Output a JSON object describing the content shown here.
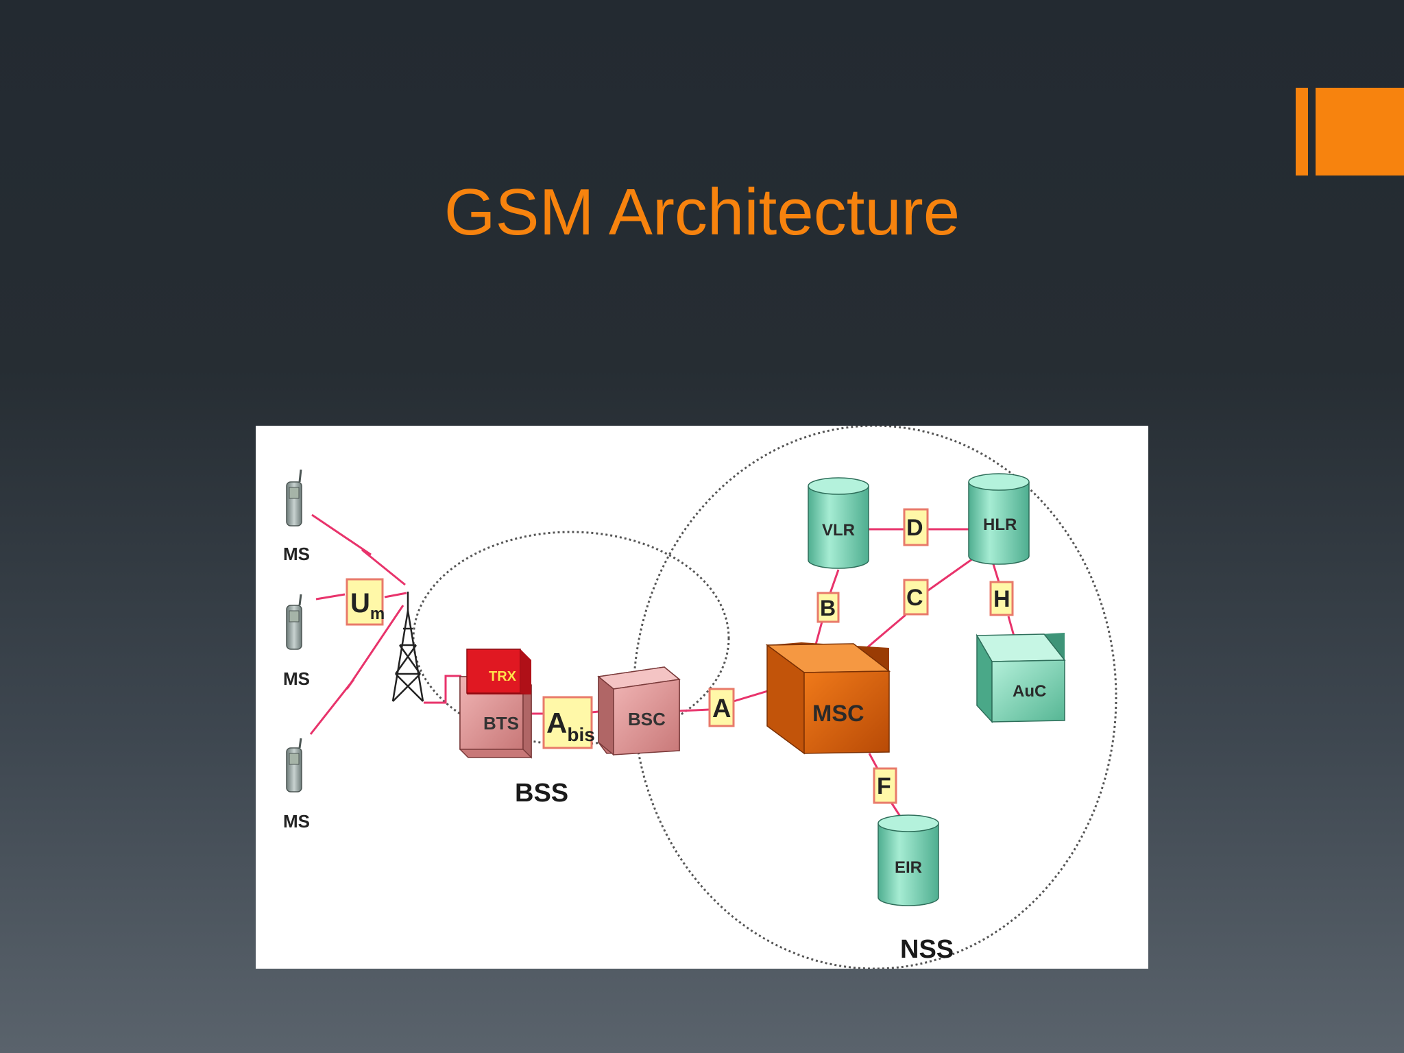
{
  "slide": {
    "title": "GSM Architecture",
    "accent_color": "#f7830e",
    "title_color": "#f7830e"
  },
  "diagram": {
    "mobile_stations": [
      "MS",
      "MS",
      "MS"
    ],
    "interfaces": {
      "um_main": "U",
      "um_sub": "m",
      "abis_main": "A",
      "abis_sub": "bis",
      "a": "A",
      "b": "B",
      "c": "C",
      "d": "D",
      "f": "F",
      "h": "H"
    },
    "nodes": {
      "trx": "TRX",
      "bts": "BTS",
      "bsc": "BSC",
      "msc": "MSC",
      "vlr": "VLR",
      "hlr": "HLR",
      "auc": "AuC",
      "eir": "EIR"
    },
    "groups": {
      "bss": "BSS",
      "nss": "NSS"
    },
    "colors": {
      "link": "#e8336b",
      "interface_box_fill": "#fff8a8",
      "interface_box_border": "#e87a6a",
      "database": "#7fd8b8",
      "bss_node": "#e8a0a0",
      "trx": "#e01822",
      "msc": "#e8660e"
    }
  }
}
